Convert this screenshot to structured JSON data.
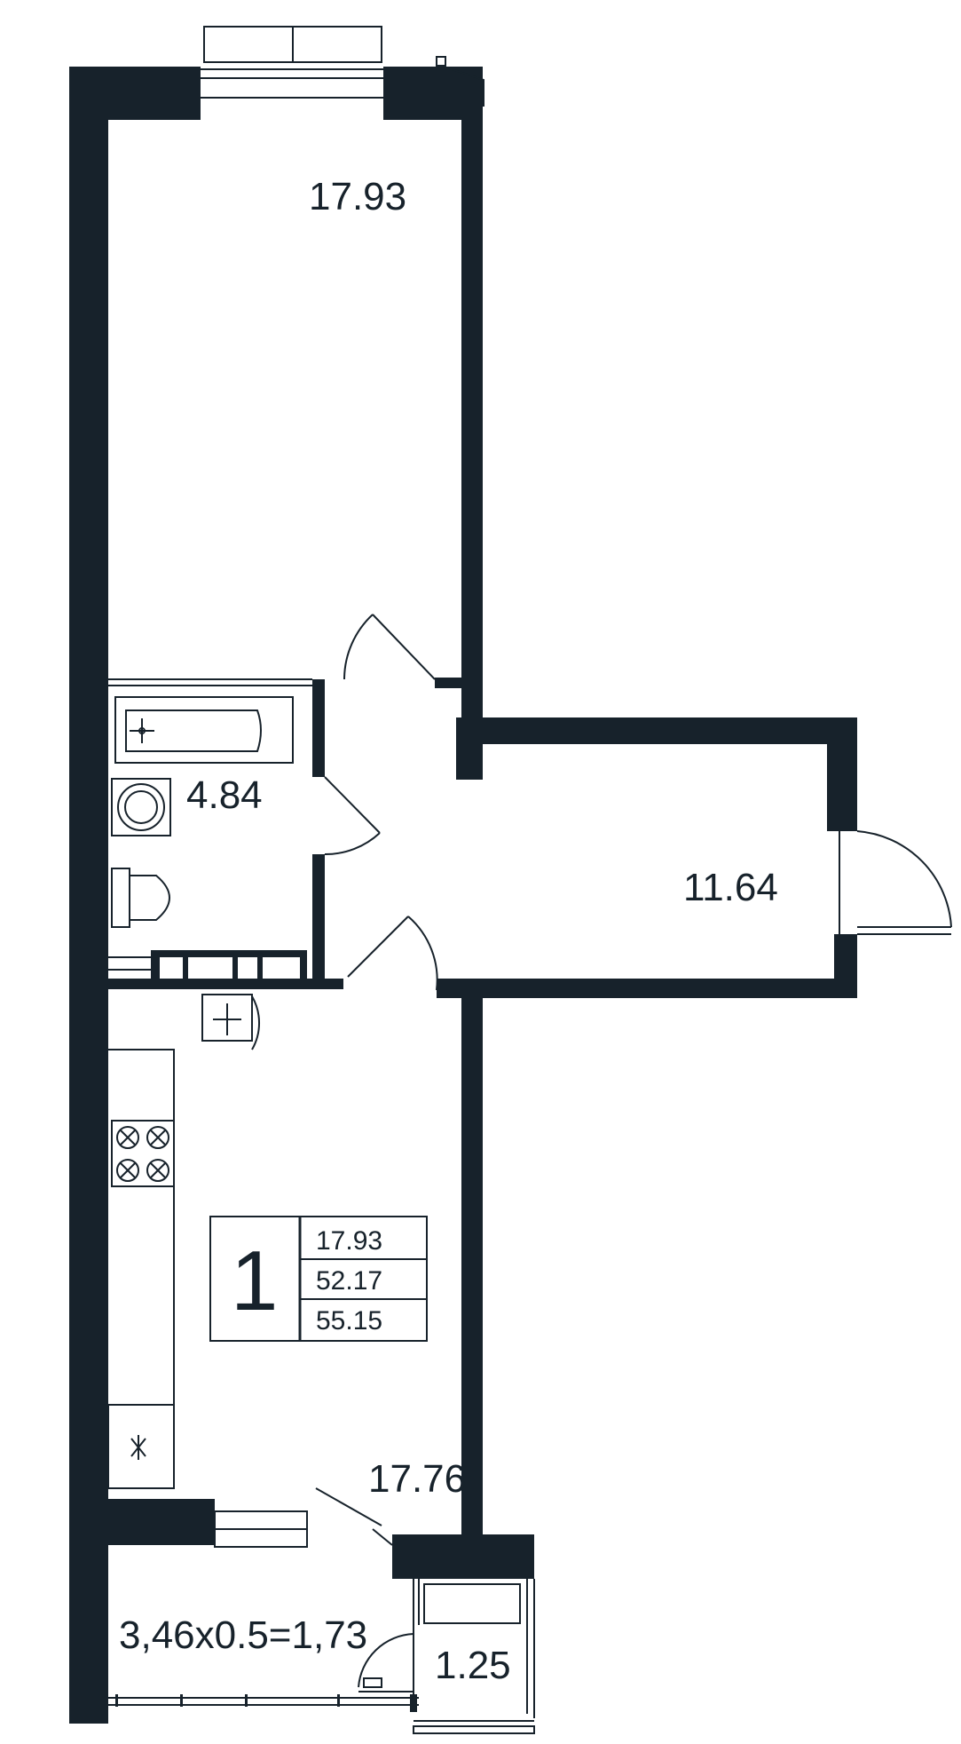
{
  "rooms": {
    "bedroom_area": "17.93",
    "bathroom_area": "4.84",
    "living_area": "11.64",
    "kitchen_area": "17.76",
    "loggia_formula": "3,46x0.5=1,73",
    "storage_area": "1.25"
  },
  "summary": {
    "room_count": "1",
    "living_area": "17.93",
    "total_area": "52.17",
    "total_with_loggia": "55.15"
  },
  "colors": {
    "wall": "#17222b",
    "line": "#17222b",
    "background": "#ffffff"
  }
}
